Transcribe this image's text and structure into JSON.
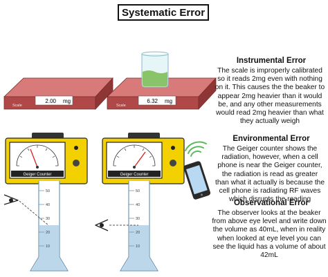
{
  "title": "Systematic Error",
  "instrumental": {
    "heading": "Instrumental Error",
    "text": "The scale is improperly calibrated so it reads 2mg even with nothing on it. This causes the the beaker to appear 2mg heavier than it would be, and any other measurements would read 2mg heavier than what they actually weigh",
    "scale_label": "Scale",
    "unit": "mg",
    "reading_empty": "2.00",
    "reading_beaker": "6.32",
    "color_scale_top": "#d97a7a",
    "color_scale_side": "#b04848"
  },
  "environmental": {
    "heading": "Environmental Error",
    "text": "The Geiger counter shows the radiation, however, when a cell phone is near the Geiger counter, the radiation is read as greater than what it actually is because the cell phone is radiating RF waves which disrupts the reading",
    "device_label": "Geiger Counter",
    "color_case": "#f3d000",
    "color_wave": "#5cb85c"
  },
  "observational": {
    "heading": "Observational Error",
    "text": "The observer looks at the beaker from above eye level and write down the volume as 40mL, when in reality when looked at eye level you can see the liquid has a volume of about 42mL",
    "cylinder_ticks": [
      "50",
      "40",
      "30",
      "20",
      "10"
    ],
    "color_liquid": "#bcd6ea"
  }
}
